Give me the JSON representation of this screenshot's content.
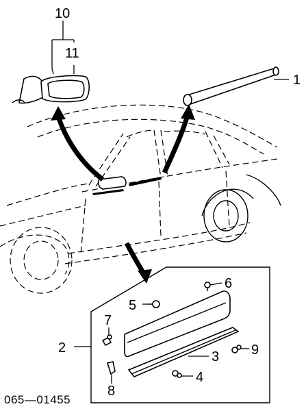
{
  "callouts": {
    "c1": "1",
    "c2": "2",
    "c3": "3",
    "c4": "4",
    "c5": "5",
    "c6": "6",
    "c7": "7",
    "c8": "8",
    "c9": "9",
    "c10": "10",
    "c11": "11"
  },
  "diagram_code": "065—01455"
}
